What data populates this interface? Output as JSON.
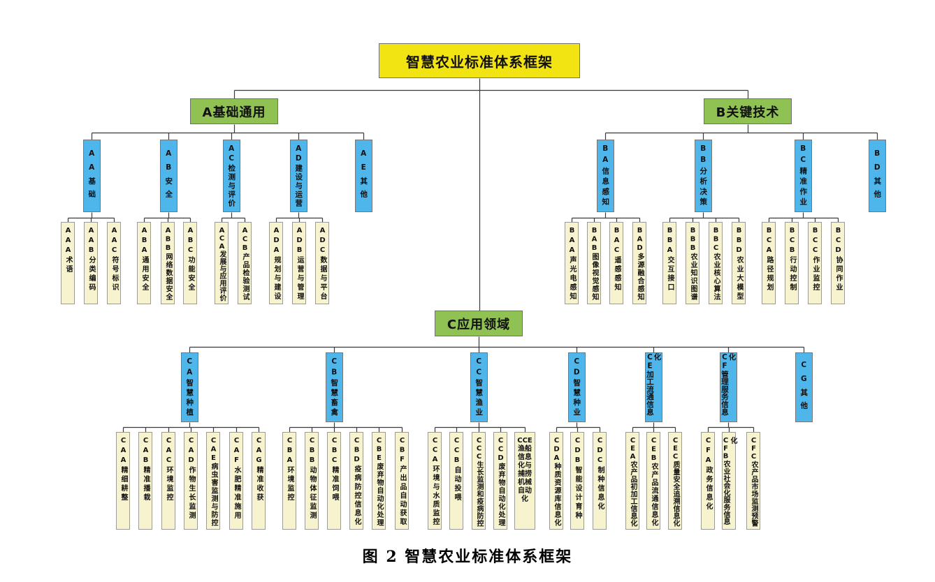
{
  "diagram": {
    "root": "智慧农业标准体系框架",
    "caption": "图 2 智慧农业标准体系框架",
    "colors": {
      "root_bg": "#F2E313",
      "branch_bg": "#90C153",
      "category_bg": "#4EB6EA",
      "leaf_bg": "#F7F3CF",
      "line": "#3A3A3A"
    },
    "branches": [
      {
        "label": "A基础通用",
        "categories": [
          {
            "label": "AA基础",
            "leaves": [
              "AAA术语",
              "AAB分类编码",
              "AAC符号标识"
            ]
          },
          {
            "label": "AB安全",
            "leaves": [
              "ABA通用安全",
              "ABB网络数据安全",
              "ABC功能安全"
            ]
          },
          {
            "label": "AC检测与评价",
            "leaves": [
              "ACA发展与应用评价",
              "ACB产品检验测试"
            ]
          },
          {
            "label": "AD建设与运营",
            "leaves": [
              "ADA规划与建设",
              "ADB运营与管理",
              "ADC数据与平台"
            ]
          },
          {
            "label": "AE其他",
            "leaves": []
          }
        ]
      },
      {
        "label": "B关键技术",
        "categories": [
          {
            "label": "BA信息感知",
            "leaves": [
              "BAA声光电感知",
              "BAB图像视觉感知",
              "BAC遥感感知",
              "BAD多源融合感知"
            ]
          },
          {
            "label": "BB分析决策",
            "leaves": [
              "BBA交互接口",
              "BBB农业知识图谱",
              "BBC农业核心算法",
              "BBD农业大模型"
            ]
          },
          {
            "label": "BC精准作业",
            "leaves": [
              "BCA路径规划",
              "BCB行动控制",
              "BCC作业监控",
              "BCD协同作业"
            ]
          },
          {
            "label": "BD其他",
            "leaves": []
          }
        ]
      },
      {
        "label": "C应用领域",
        "categories": [
          {
            "label": "CA智慧种植",
            "leaves": [
              "CAA精细耕整",
              "CAB精准播栽",
              "CAC环境监控",
              "CAD作物生长监测",
              "CAE病虫害监测与防控",
              "CAF水肥精准施用",
              "CAG精准收获"
            ]
          },
          {
            "label": "CB智慧畜禽",
            "leaves": [
              "CBA环境监控",
              "CBB动物体征监测",
              "CBC精准饲喂",
              "CBD疫病防控信息化",
              "CBE废弃物自动化处理",
              "CBF产出品自动获取"
            ]
          },
          {
            "label": "CC智慧渔业",
            "leaves": [
              "CCA环境与水质监控",
              "CCB自动投喂",
              "CCC生长监测和疫病防控",
              "CCD废弃物自动化处理",
              "CCE渔船信息化与捕捞机械自动化"
            ]
          },
          {
            "label": "CD智慧种业",
            "leaves": [
              "CDA种质资源库信息化",
              "CDB智能设计育种",
              "CDC制种信息化"
            ]
          },
          {
            "label": "CE加工流通信息化",
            "leaves": [
              "CEA农产品初加工信息化",
              "CEB农产品流通信息化",
              "CEC质量安全追溯信息化"
            ]
          },
          {
            "label": "CF管理服务信息化",
            "leaves": [
              "CFA政务信息化",
              "CFB农业社会化服务信息化",
              "CFC农产品市场监测预警"
            ]
          },
          {
            "label": "CG其他",
            "leaves": []
          }
        ]
      }
    ]
  }
}
